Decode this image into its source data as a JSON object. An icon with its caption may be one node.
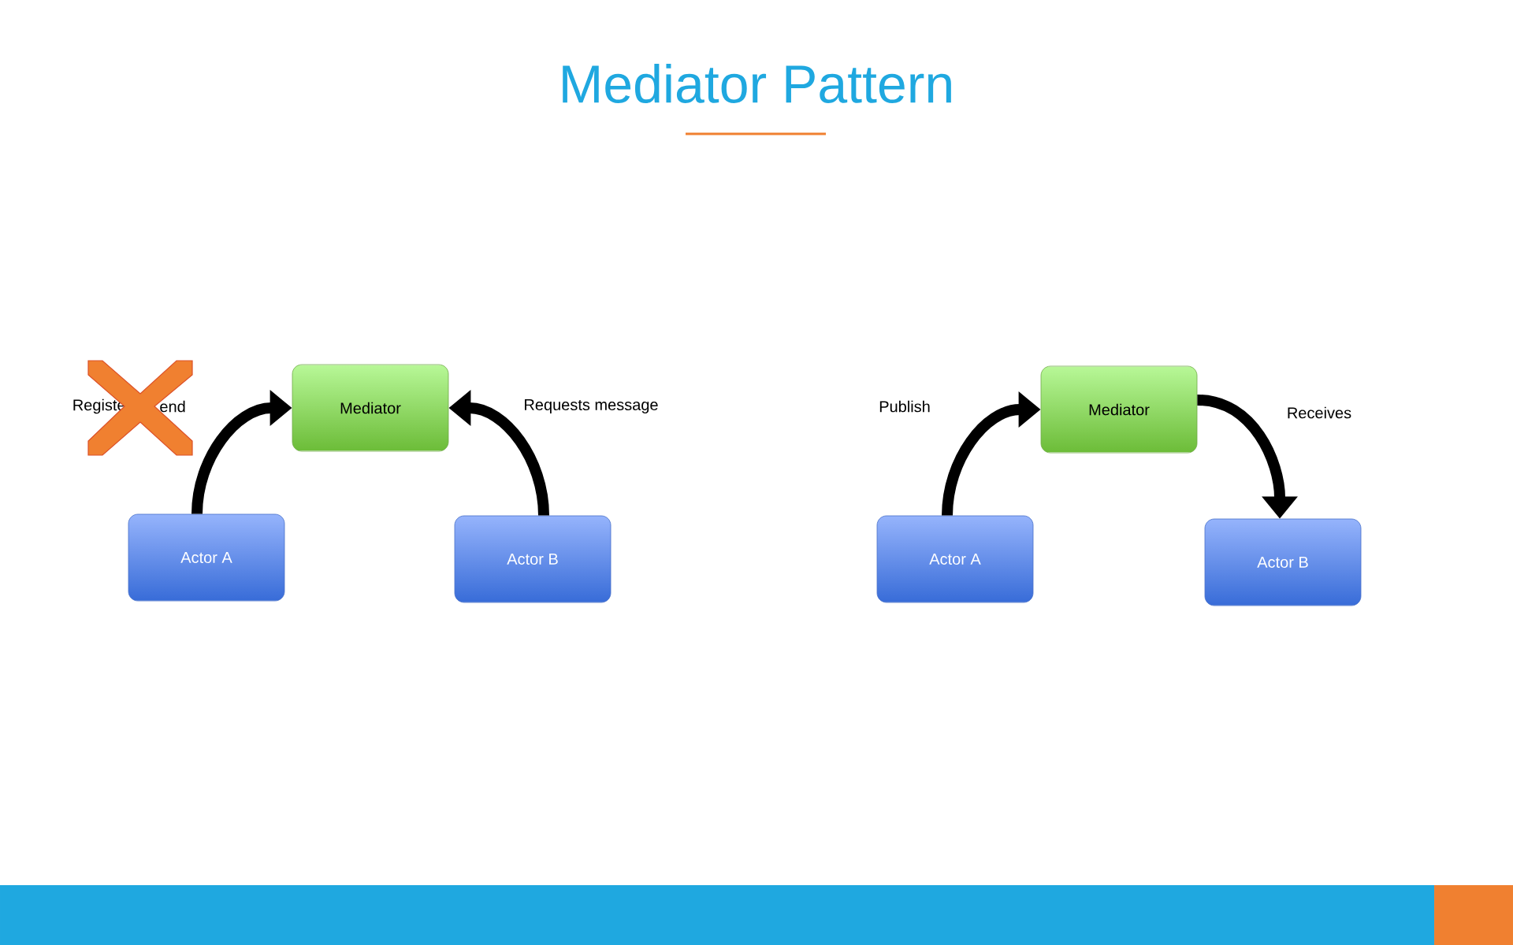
{
  "diagram": {
    "title": "Mediator Pattern",
    "nodes": [
      {
        "text": [
          "Mediator"
        ]
      },
      {
        "text": [
          "Actor A"
        ]
      },
      {
        "text": [
          "Actor B"
        ]
      },
      {
        "text": [
          "Mediator"
        ]
      },
      {
        "text": [
          "Actor A"
        ]
      },
      {
        "text": [
          "Actor B"
        ]
      }
    ],
    "edges": [
      {
        "from": 1,
        "to": 0,
        "arrow": "to"
      },
      {
        "from": 2,
        "to": 0,
        "arrow": "to"
      },
      {
        "from": 4,
        "to": 3,
        "arrow": "to"
      },
      {
        "from": 3,
        "to": 5,
        "arrow": "to"
      }
    ],
    "labels": [
      "Registe",
      "end",
      "Requests message",
      "Publish",
      "Receives"
    ]
  }
}
